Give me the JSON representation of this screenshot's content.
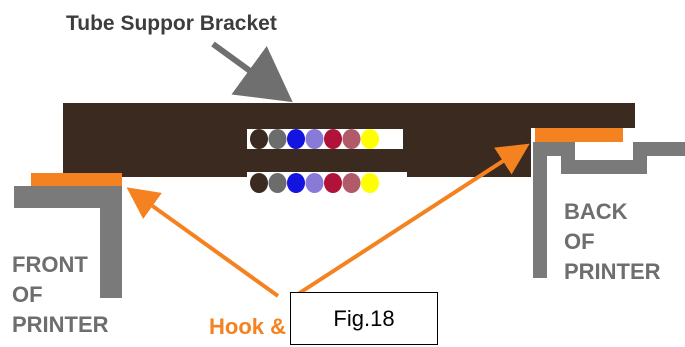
{
  "title": "Tube Suppor Bracket",
  "front_label": {
    "line1": "FRONT",
    "line2": "OF",
    "line3": "PRINTER"
  },
  "back_label": {
    "line1": "BACK",
    "line2": "OF",
    "line3": "PRINTER"
  },
  "hook_label": "Hook &",
  "figure_caption": "Fig.18",
  "colors": {
    "bracket": "#3a2a1f",
    "hook": "#f58220",
    "printer_frame": "#7a7a7a",
    "arrow_grey": "#6f6f6f"
  },
  "ink_dots": {
    "top_row": [
      "#3b2a1f",
      "#6c6c6c",
      "#1414e0",
      "#8a7ad8",
      "#b0123a",
      "#b05a6a",
      "#ffff00"
    ],
    "bottom_row": [
      "#3b2a1f",
      "#6c6c6c",
      "#1414e0",
      "#8a7ad8",
      "#b0123a",
      "#b05a6a",
      "#ffff00"
    ]
  }
}
